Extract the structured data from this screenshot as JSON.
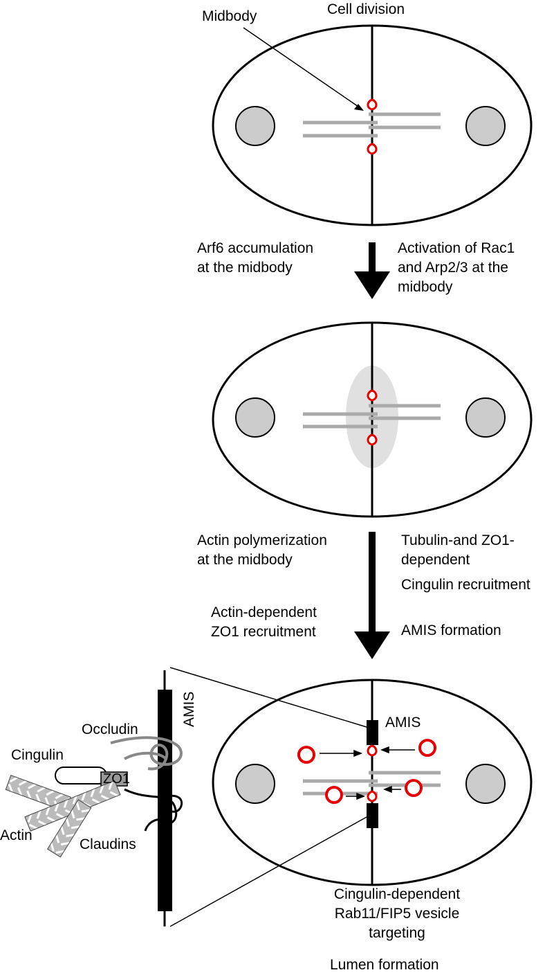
{
  "labels": {
    "midbody": "Midbody",
    "cell_division": "Cell division",
    "step1_left": [
      "Arf6 accumulation",
      "at the midbody"
    ],
    "step1_right": [
      "Activation of Rac1",
      "and Arp2/3 at the",
      "midbody"
    ],
    "step2_left_a": [
      "Actin polymerization",
      "at the midbody"
    ],
    "step2_left_b": [
      "Actin-dependent",
      "ZO1 recruitment"
    ],
    "step2_right_a": [
      "Tubulin-and ZO1-",
      "dependent"
    ],
    "step2_right_b": "Cingulin recruitment",
    "step2_right_c": "AMIS formation",
    "amis_cell": "AMIS",
    "amis_vertical": "AMIS",
    "occludin": "Occludin",
    "cingulin": "Cingulin",
    "zo1": "ZO1",
    "actin": "Actin",
    "claudins": "Claudins",
    "final": [
      "Cingulin-dependent",
      "Rab11/FIP5 vesicle",
      "targeting"
    ],
    "lumen": "Lumen formation"
  },
  "colors": {
    "outline": "#000000",
    "nucleus": "#cccccc",
    "microtubule": "#aaaaaa",
    "vesicle": "#e60000",
    "actin_glow": "#e0e0e0",
    "zo1_box": "#999999",
    "actin_filament": "#bbbbbb"
  }
}
